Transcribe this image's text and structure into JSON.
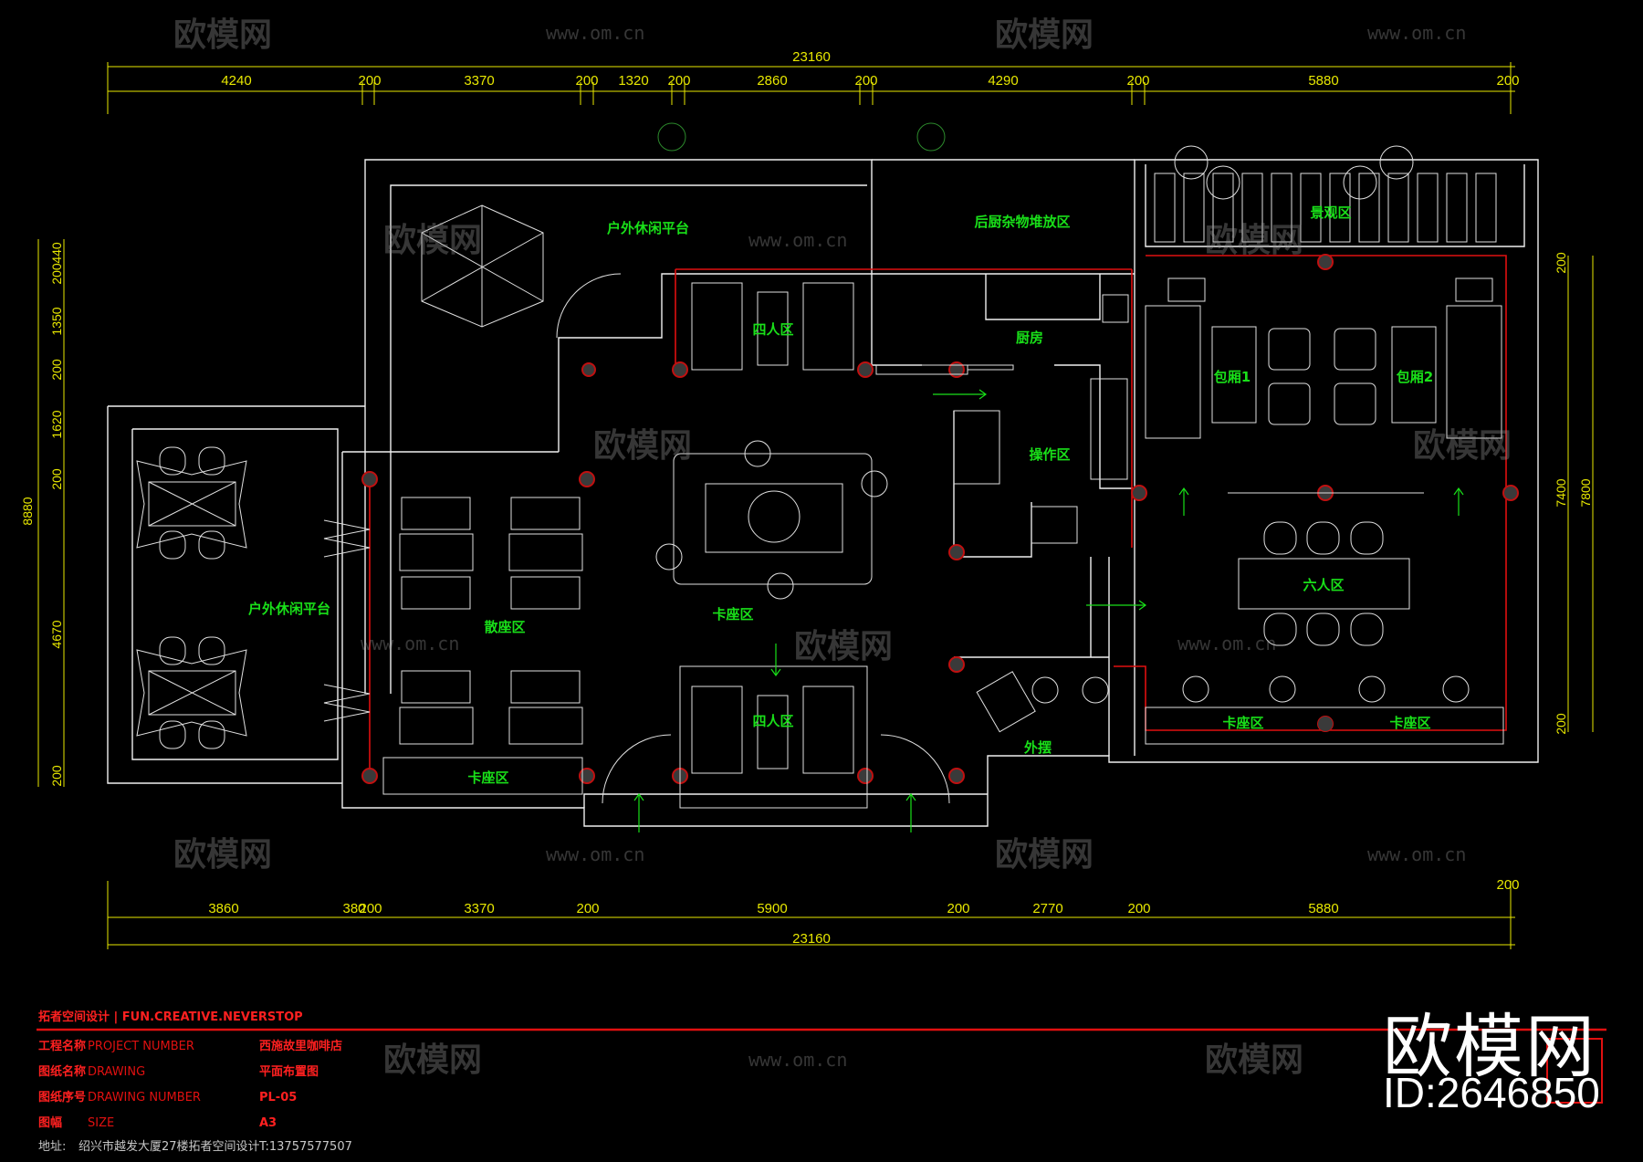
{
  "dimensions": {
    "top_total": "23160",
    "top": [
      "4240",
      "200",
      "3370",
      "200",
      "1320",
      "200",
      "2860",
      "200",
      "4290",
      "200",
      "5880",
      "200"
    ],
    "bottom_total": "23160",
    "bottom": [
      "3860",
      "380",
      "200",
      "3370",
      "200",
      "5900",
      "200",
      "2770",
      "200",
      "5880",
      "200"
    ],
    "left_total": "8880",
    "left": [
      "200",
      "440",
      "1350",
      "200",
      "1620",
      "200",
      "4670",
      "200"
    ],
    "right": [
      "200",
      "7400",
      "7800",
      "200"
    ]
  },
  "rooms": {
    "outdoor_top": "户外休闲平台",
    "back_kitchen_storage": "后厨杂物堆放区",
    "landscape": "景观区",
    "four_person_top": "四人区",
    "kitchen": "厨房",
    "private_room_1": "包厢1",
    "private_room_2": "包厢2",
    "operation": "操作区",
    "outdoor_left": "户外休闲平台",
    "loose_seating": "散座区",
    "booth_center": "卡座区",
    "six_person": "六人区",
    "four_person_bottom": "四人区",
    "booth_bottom_left": "卡座区",
    "outdoor_display": "外摆",
    "booth_right_1": "卡座区",
    "booth_right_2": "卡座区"
  },
  "title_block": {
    "studio": "拓者空间设计 | FUN.CREATIVE.NEVERSTOP",
    "rows": [
      {
        "label": "工程名称",
        "label_en": "PROJECT NUMBER",
        "value": "西施故里咖啡店"
      },
      {
        "label": "图纸名称",
        "label_en": "DRAWING",
        "value": "平面布置图"
      },
      {
        "label": "图纸序号",
        "label_en": "DRAWING NUMBER",
        "value": "PL-05"
      },
      {
        "label": "图幅",
        "label_en": "SIZE",
        "value": "A3"
      }
    ],
    "address_label": "地址:",
    "address": "绍兴市越发大厦27楼拓者空间设计",
    "phone": "T:13757577507"
  },
  "watermark": {
    "brand": "欧模网",
    "url": "www.om.cn",
    "id": "ID:2646850"
  },
  "colors": {
    "background": "#000000",
    "wall": "#f0f0f0",
    "accent_red": "#e01010",
    "dimension_yellow": "#e8e800",
    "label_green": "#19e019"
  }
}
